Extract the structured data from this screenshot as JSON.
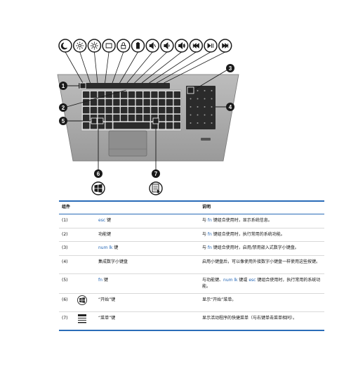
{
  "callouts": [
    "1",
    "2",
    "3",
    "4",
    "5",
    "6",
    "7"
  ],
  "table": {
    "headers": {
      "component": "组件",
      "description": "说明"
    },
    "rows": [
      {
        "num": "(1)",
        "pre": "",
        "kw": "esc",
        "post": " 键",
        "desc": [
          [
            "text",
            "与 "
          ],
          [
            "kw",
            "fn"
          ],
          [
            "text",
            " 键组合使用时，显示系统信息。"
          ]
        ],
        "icon": ""
      },
      {
        "num": "(2)",
        "pre": "功能键",
        "kw": "",
        "post": "",
        "desc": [
          [
            "text",
            "与 "
          ],
          [
            "kw",
            "fn"
          ],
          [
            "text",
            " 键组合使用时，执行常用的系统功能。"
          ]
        ],
        "icon": ""
      },
      {
        "num": "(3)",
        "pre": "",
        "kw": "num lk",
        "post": " 键",
        "desc": [
          [
            "text",
            "与 "
          ],
          [
            "kw",
            "fn"
          ],
          [
            "text",
            " 键组合使用时，启用/禁用嵌入式数字小键盘。"
          ]
        ],
        "icon": ""
      },
      {
        "num": "(4)",
        "pre": "集成数字小键盘",
        "kw": "",
        "post": "",
        "desc": [
          [
            "text",
            "启用小键盘后，可以像使用外接数字小键盘一样使用这些按键。"
          ]
        ],
        "icon": ""
      },
      {
        "num": "(5)",
        "pre": "",
        "kw": "fn",
        "post": " 键",
        "desc": [
          [
            "text",
            "与功能键、"
          ],
          [
            "kw",
            "num lk"
          ],
          [
            "text",
            " 键或 "
          ],
          [
            "kw",
            "esc"
          ],
          [
            "text",
            " 键组合使用时，执行常用的系统功能。"
          ]
        ],
        "icon": ""
      },
      {
        "num": "(6)",
        "pre": "“开始”键",
        "kw": "",
        "post": "",
        "desc": [
          [
            "text",
            "显示“开始”菜单。"
          ]
        ],
        "icon": "windows-logo-icon"
      },
      {
        "num": "(7)",
        "pre": "“菜单”键",
        "kw": "",
        "post": "",
        "desc": [
          [
            "text",
            "显示活动程序的快捷菜单（与右键单击菜单相同）。"
          ]
        ],
        "icon": "menu-key-icon"
      }
    ]
  },
  "colors": {
    "accent": "#2a6cb8",
    "keyword": "#1f63b5",
    "callout": "#1a1a1a"
  }
}
